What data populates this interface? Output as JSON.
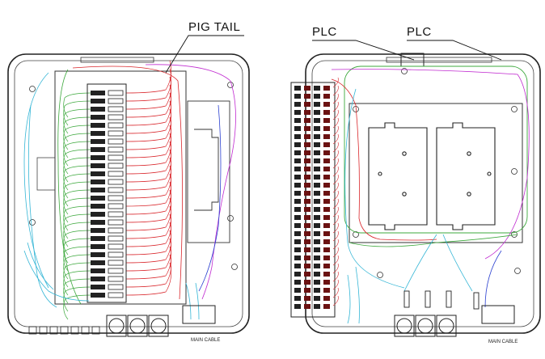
{
  "labels": {
    "pig_tail": "PIG TAIL",
    "plc_left": "PLC",
    "plc_right": "PLC",
    "main_cable_left": "MAIN CABLE",
    "main_cable_right": "MAIN CABLE"
  },
  "colors": {
    "red": "#d9262b",
    "green": "#3ca83c",
    "cyan": "#35b6d6",
    "magenta": "#c02ad0",
    "blue": "#2a3fd0",
    "outline": "#222222"
  }
}
